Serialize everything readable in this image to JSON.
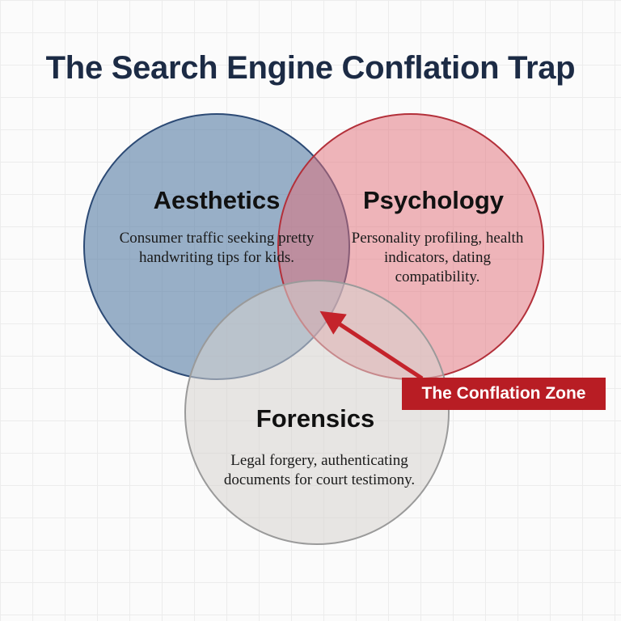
{
  "title": "The Search Engine Conflation Trap",
  "circles": [
    {
      "heading": "Aesthetics",
      "text": "Consumer traffic seeking pretty handwriting tips for kids.",
      "color": "#5b7fa6"
    },
    {
      "heading": "Psychology",
      "text": "Personality profiling, health indicators, dating compatibility.",
      "color": "#e27a82"
    },
    {
      "heading": "Forensics",
      "text": "Legal forgery, authenticating documents for court testimony.",
      "color": "#d9d7d3"
    }
  ],
  "callout": {
    "label": "The Conflation Zone",
    "color": "#b81d24"
  }
}
